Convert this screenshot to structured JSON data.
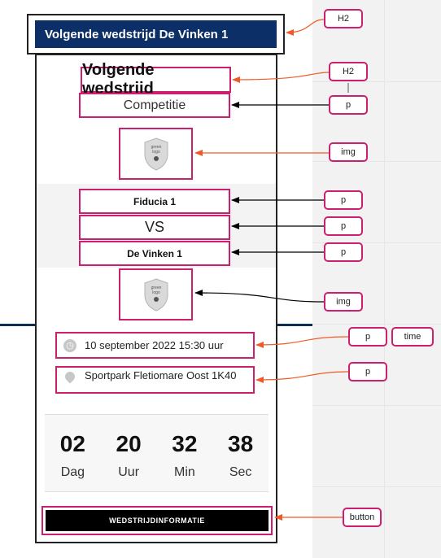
{
  "header": {
    "title": "Volgende wedstrijd De Vinken 1"
  },
  "match_card": {
    "title": "Volgende wedstrijd",
    "competition": "Competitie",
    "home_team": "Fiducia 1",
    "versus": "VS",
    "away_team": "De Vinken 1",
    "home_logo_text": [
      "green",
      "logo"
    ],
    "away_logo_text": [
      "green",
      "logo"
    ],
    "datetime": "10 september 2022 15:30 uur",
    "location": "Sportpark Fletiomare Oost 1K40",
    "countdown": [
      {
        "value": "02",
        "label": "Dag"
      },
      {
        "value": "20",
        "label": "Uur"
      },
      {
        "value": "32",
        "label": "Min"
      },
      {
        "value": "38",
        "label": "Sec"
      }
    ],
    "button_label": "WEDSTRIJDINFORMATIE"
  },
  "annotations": {
    "header_tag": "H2",
    "title_tag": "H2",
    "competition_tag": "p",
    "home_logo_tag": "img",
    "home_team_tag": "p",
    "versus_tag": "p",
    "away_team_tag": "p",
    "away_logo_tag": "img",
    "datetime_tag": "p",
    "datetime_tag_2": "time",
    "location_tag": "p",
    "button_tag": "button"
  },
  "colors": {
    "header_bg": "#0b2f66",
    "marker_border": "#cc1f6f",
    "arrow_orange": "#f05a28",
    "arrow_black": "#000000",
    "button_bg": "#000000"
  },
  "icons": [
    "clock-icon",
    "map-pin-icon",
    "shield-logo-icon"
  ]
}
